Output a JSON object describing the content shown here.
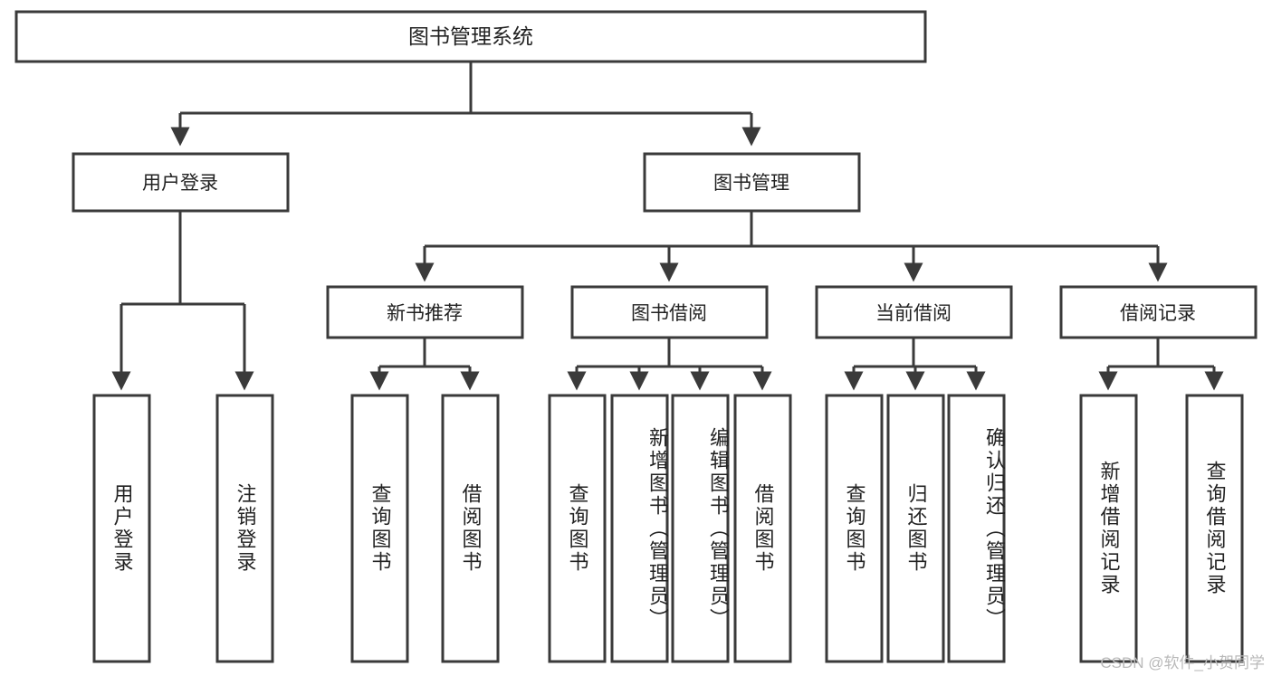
{
  "diagram": {
    "title_box": {
      "label": "图书管理系统"
    },
    "level1": [
      {
        "id": "user-login",
        "label": "用户登录"
      },
      {
        "id": "book-management",
        "label": "图书管理"
      }
    ],
    "level2": [
      {
        "id": "new-book-recommend",
        "label": "新书推荐",
        "parent": "book-management"
      },
      {
        "id": "book-borrow",
        "label": "图书借阅",
        "parent": "book-management"
      },
      {
        "id": "current-borrow",
        "label": "当前借阅",
        "parent": "book-management"
      },
      {
        "id": "borrow-record",
        "label": "借阅记录",
        "parent": "book-management"
      }
    ],
    "leaves": [
      {
        "id": "leaf-user-login",
        "label": "用户登录",
        "parent": "user-login"
      },
      {
        "id": "leaf-logout-login",
        "label": "注销登录",
        "parent": "user-login"
      },
      {
        "id": "leaf-query-book-1",
        "label": "查询图书",
        "parent": "new-book-recommend"
      },
      {
        "id": "leaf-borrow-book-1",
        "label": "借阅图书",
        "parent": "new-book-recommend"
      },
      {
        "id": "leaf-query-book-2",
        "label": "查询图书",
        "parent": "book-borrow"
      },
      {
        "id": "leaf-add-book",
        "label": "新增图书（管理员）",
        "parent": "book-borrow"
      },
      {
        "id": "leaf-edit-book",
        "label": "编辑图书（管理员）",
        "parent": "book-borrow"
      },
      {
        "id": "leaf-borrow-book-2",
        "label": "借阅图书",
        "parent": "book-borrow"
      },
      {
        "id": "leaf-query-book-3",
        "label": "查询图书",
        "parent": "current-borrow"
      },
      {
        "id": "leaf-return-book",
        "label": "归还图书",
        "parent": "current-borrow"
      },
      {
        "id": "leaf-confirm-return",
        "label": "确认归还（管理员）",
        "parent": "current-borrow"
      },
      {
        "id": "leaf-add-record",
        "label": "新增借阅记录",
        "parent": "borrow-record"
      },
      {
        "id": "leaf-query-record",
        "label": "查询借阅记录",
        "parent": "borrow-record"
      }
    ],
    "watermark": "CSDN @软件_小贺同学",
    "colors": {
      "box_stroke": "#3a3a3a",
      "box_fill": "#ffffff",
      "text": "#222222",
      "watermark": "#b9b9b9"
    }
  }
}
